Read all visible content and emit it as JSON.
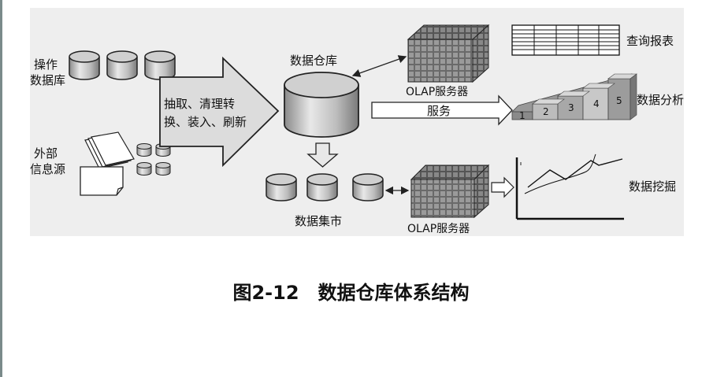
{
  "diagram": {
    "operational_db_label": [
      "操作",
      "数据库"
    ],
    "external_source_label": [
      "外部",
      "信息源"
    ],
    "etl_text": [
      "抽取、清理转",
      "换、装入、刷新"
    ],
    "warehouse_label": "数据仓库",
    "datamart_label": "数据集市",
    "olap_top_label": "OLAP服务器",
    "olap_bottom_label": "OLAP服务器",
    "service_label": "服务",
    "report_label": "查询报表",
    "analysis_label": "数据分析",
    "mining_label": "数据挖掘",
    "stair_numbers": [
      "1",
      "2",
      "3",
      "4",
      "5"
    ]
  },
  "caption": "图2-12　数据仓库体系结构"
}
